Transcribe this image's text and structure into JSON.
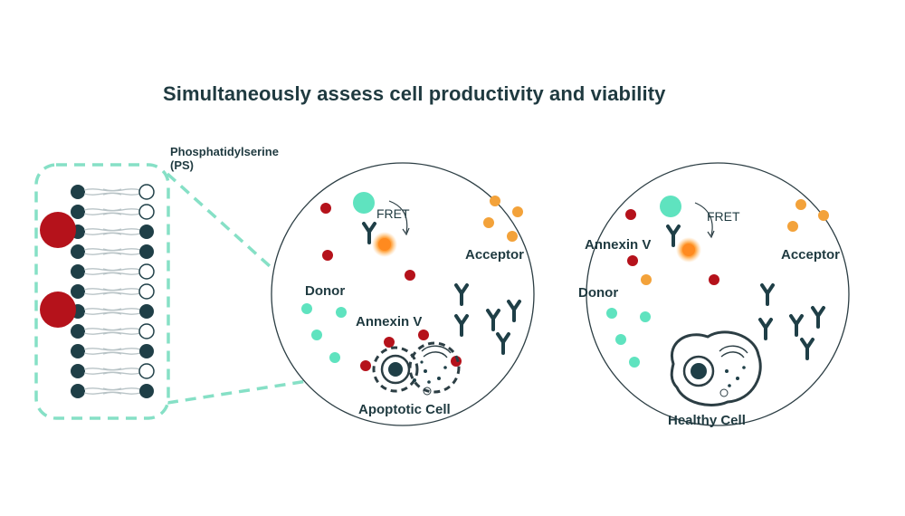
{
  "title": "Simultaneously assess cell productivity and viability",
  "membrane": {
    "label_line1": "Phosphatidylserine",
    "label_line2": "(PS)"
  },
  "apoptotic_well": {
    "fret": "FRET",
    "acceptor": "Acceptor",
    "donor": "Donor",
    "annexin": "Annexin V",
    "cell": "Apoptotic Cell"
  },
  "healthy_well": {
    "fret": "FRET",
    "acceptor": "Acceptor",
    "donor": "Donor",
    "annexin": "Annexin V",
    "cell": "Healthy Cell"
  },
  "colors": {
    "text": "#1f3a40",
    "dark_teal": "#1f3f47",
    "mint": "#5fe3bf",
    "red": "#b5121b",
    "orange": "#f3a23a",
    "dash": "#86e0c6"
  },
  "icons": [
    "antibody-icon",
    "cell-nucleus-icon",
    "phospholipid-icon"
  ]
}
